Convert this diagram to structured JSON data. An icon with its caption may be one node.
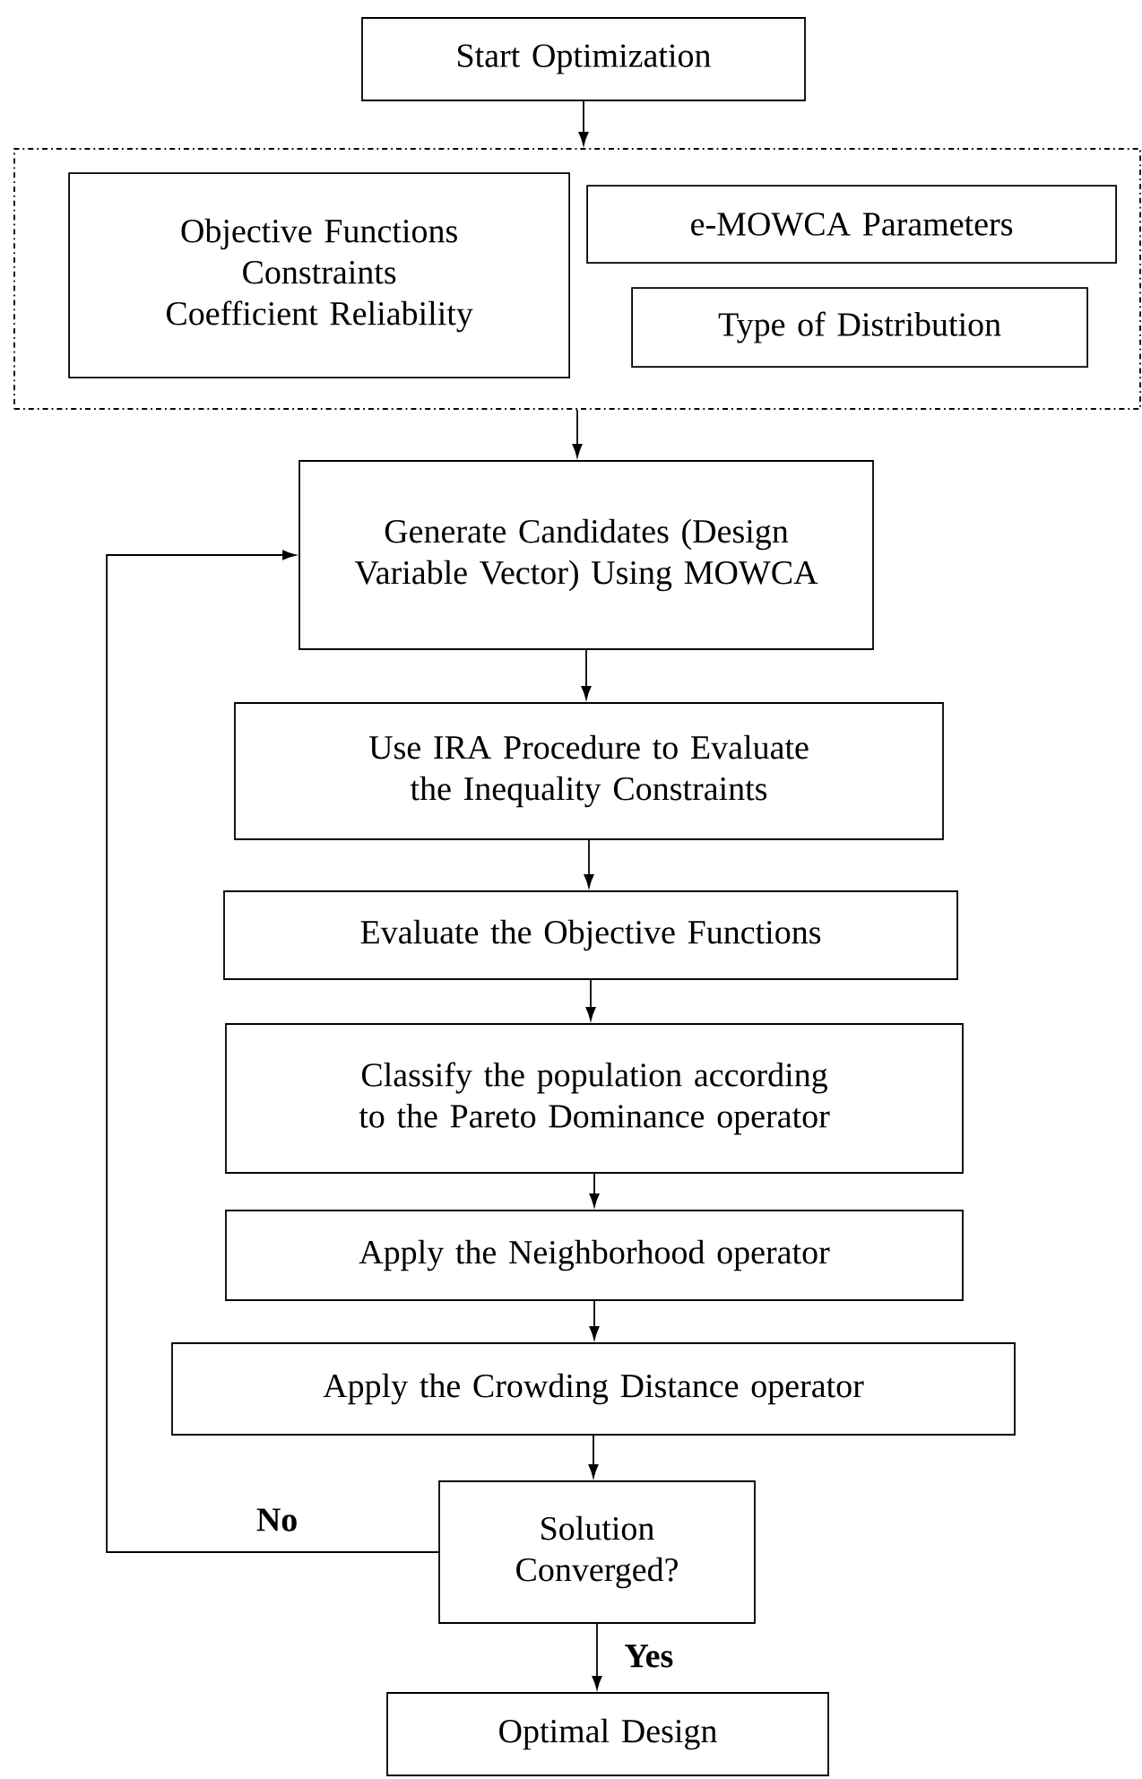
{
  "diagram": {
    "nodes": [
      {
        "text": [
          "Start Optimization"
        ]
      },
      {
        "text": [],
        "shape": "box"
      },
      {
        "text": [
          "Objective Functions Constraints Coefficient Reliability"
        ],
        "in": 1
      },
      {
        "text": [
          "e-MOWCA Parameters"
        ],
        "in": 1
      },
      {
        "text": [
          "Type of Distribution"
        ],
        "in": 1
      },
      {
        "text": [
          "Generate Candidates (Design Variable Vector) Using MOWCA"
        ]
      },
      {
        "text": [
          "Use IRA Procedure to Evaluate the Inequality Constraints"
        ]
      },
      {
        "text": [
          "Evaluate the Objective Functions"
        ]
      },
      {
        "text": [
          "Classify the population according to the Pareto Dominance operator"
        ]
      },
      {
        "text": [
          "Apply the Neighborhood operator"
        ]
      },
      {
        "text": [
          "Apply the Crowding Distance operator"
        ]
      },
      {
        "text": [
          "Solution Converged?"
        ]
      },
      {
        "text": [
          "Optimal Design"
        ]
      }
    ],
    "edges": [
      {
        "from": 0,
        "to": 1,
        "arrow": "to"
      },
      {
        "from": 1,
        "to": 5,
        "arrow": "to"
      },
      {
        "from": 5,
        "to": 6,
        "arrow": "to"
      },
      {
        "from": 6,
        "to": 7,
        "arrow": "to"
      },
      {
        "from": 7,
        "to": 8,
        "arrow": "to"
      },
      {
        "from": 8,
        "to": 9,
        "arrow": "to"
      },
      {
        "from": 9,
        "to": 10,
        "arrow": "to"
      },
      {
        "from": 10,
        "to": 11,
        "arrow": "to"
      },
      {
        "from": 11,
        "to": 5,
        "arrow": "to",
        "label": "No"
      },
      {
        "from": 11,
        "to": 12,
        "arrow": "to",
        "label": "Yes"
      }
    ]
  }
}
